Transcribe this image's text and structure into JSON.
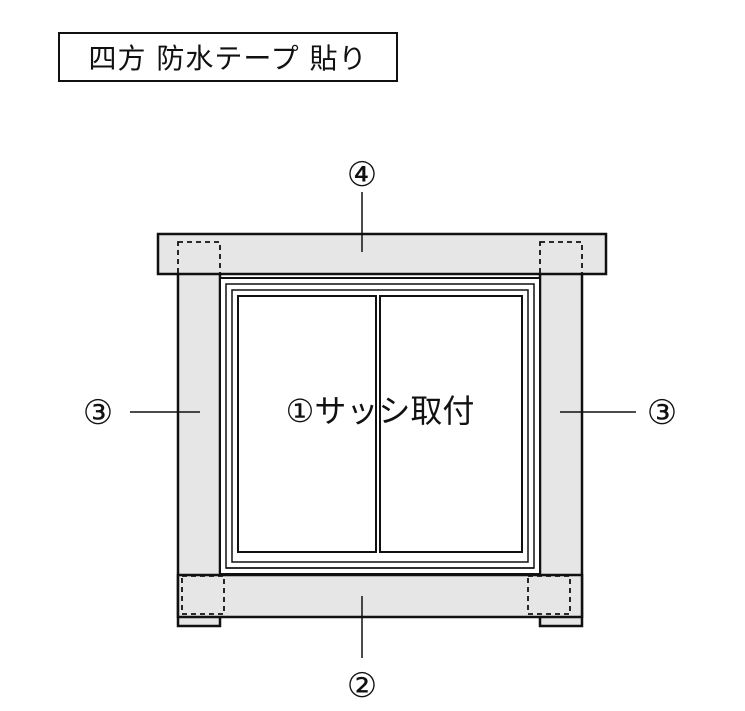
{
  "title": "四方 防水テープ 貼り",
  "labels": {
    "center": "①サッシ取付",
    "bottom": "②",
    "left": "③",
    "right": "③",
    "top": "④"
  },
  "colors": {
    "tape_fill": "#e6e6e6",
    "stroke": "#111111",
    "background": "#ffffff"
  }
}
